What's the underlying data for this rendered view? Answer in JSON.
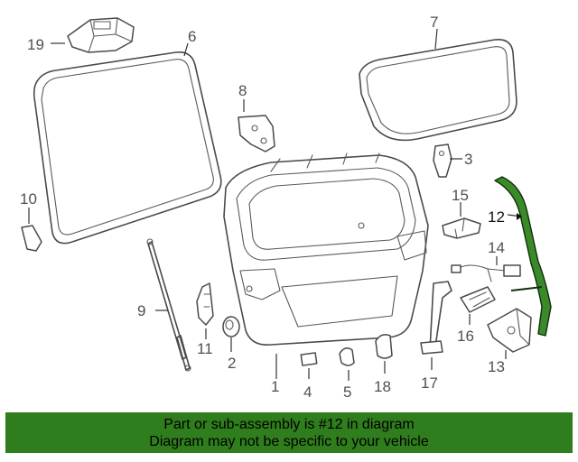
{
  "callouts": {
    "c1": "1",
    "c2": "2",
    "c3": "3",
    "c4": "4",
    "c5": "5",
    "c6": "6",
    "c7": "7",
    "c8": "8",
    "c9": "9",
    "c10": "10",
    "c11": "11",
    "c12": "12",
    "c13": "13",
    "c14": "14",
    "c15": "15",
    "c16": "16",
    "c17": "17",
    "c18": "18",
    "c19": "19"
  },
  "highlight": {
    "part": "12",
    "color": "#3a8a2a"
  },
  "footer": {
    "line1": "Part or sub-assembly is #12 in diagram",
    "line2": "Diagram may not be specific to your vehicle",
    "bg_color": "#2f7d1c"
  }
}
